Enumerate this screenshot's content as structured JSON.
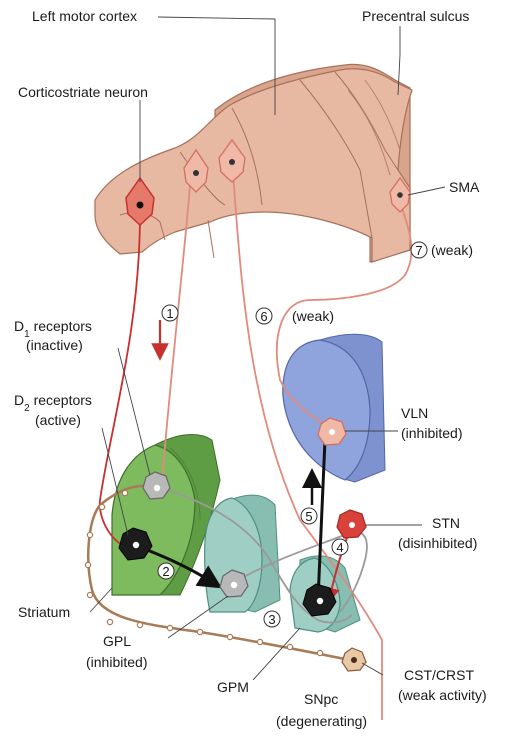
{
  "labels": {
    "left_motor_cortex": "Left motor cortex",
    "precentral_sulcus": "Precentral sulcus",
    "corticostriate_neuron": "Corticostriate neuron",
    "sma": "SMA",
    "weak_7": "(weak)",
    "weak_6": "(weak)",
    "d1_line1": "D",
    "d1_sub": "1",
    "d1_rest": " receptors",
    "d1_state": "(inactive)",
    "d2_line1": "D",
    "d2_sub": "2",
    "d2_rest": " receptors",
    "d2_state": "(active)",
    "vln": "VLN",
    "vln_state": "(inhibited)",
    "stn": "STN",
    "stn_state": "(disinhibited)",
    "striatum": "Striatum",
    "gpl": "GPL",
    "gpl_state": "(inhibited)",
    "gpm": "GPM",
    "snpc": "SNpc",
    "snpc_state": "(degenerating)",
    "cst": "CST/CRST",
    "cst_state": "(weak activity)"
  },
  "pathway_numbers": {
    "p1": "1",
    "p2": "2",
    "p3": "3",
    "p4": "4",
    "p5": "5",
    "p6": "6",
    "p7": "7"
  },
  "colors": {
    "cortex_fill": "#e8b9a2",
    "cortex_stroke": "#a8705a",
    "striatum_fill": "#7dbb5e",
    "gp_fill": "#9fcfc4",
    "vln_fill": "#8fa3dc",
    "pathway_red": "#c8302f",
    "pathway_pink": "#e79b8e",
    "pathway_gray": "#9a9a9a",
    "nigral_brown": "#a87a55",
    "neuron_dark": "#1c1c1c"
  }
}
